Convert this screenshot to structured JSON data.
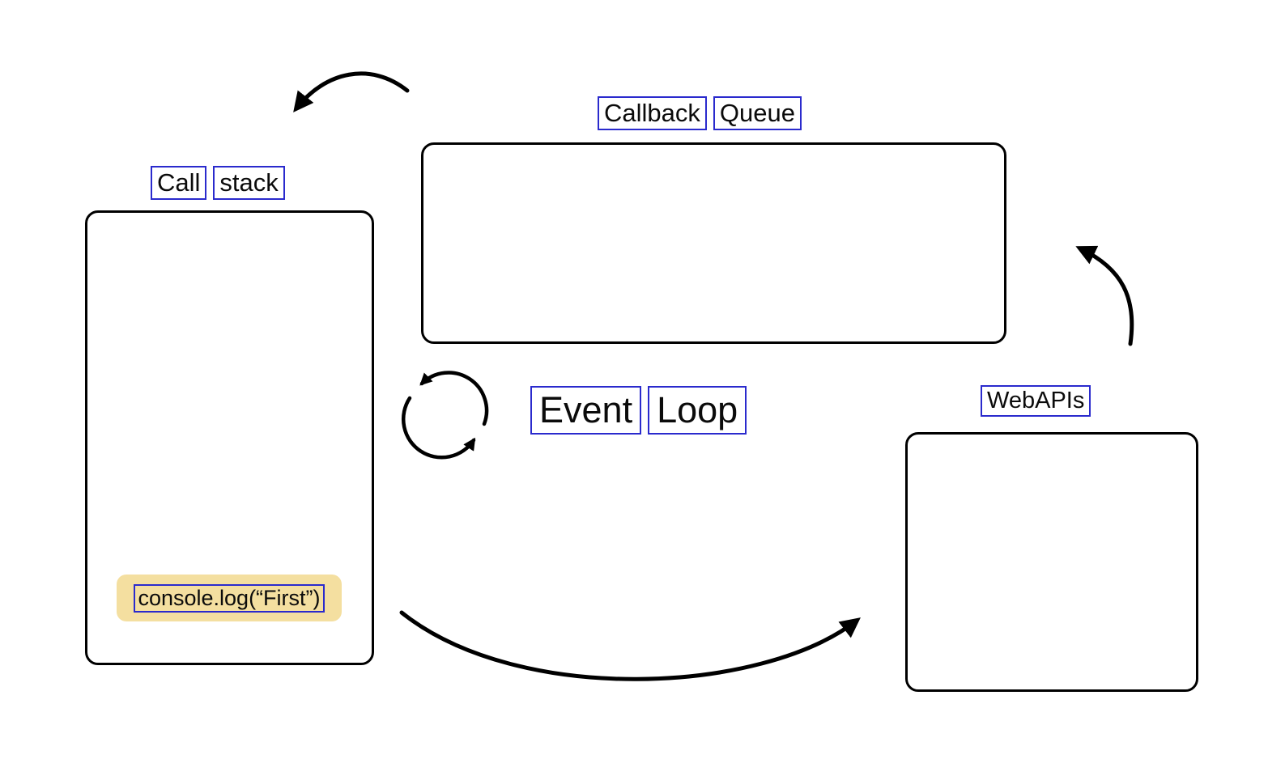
{
  "labels": {
    "call_stack": {
      "words": [
        "Call",
        "stack"
      ]
    },
    "callback_queue": {
      "words": [
        "Callback",
        "Queue"
      ]
    },
    "event_loop": {
      "words": [
        "Event",
        "Loop"
      ]
    },
    "webapis": {
      "words": [
        "WebAPIs"
      ]
    },
    "stack_item": {
      "text": "console.log(“First”)"
    }
  },
  "colors": {
    "background": "#ffffff",
    "diagram_stroke": "#000000",
    "word_box_border": "#2a2acd",
    "highlight_bg": "#f4dfa0"
  },
  "icons": {
    "event_loop_cycle": "cycle-arrows-icon"
  }
}
